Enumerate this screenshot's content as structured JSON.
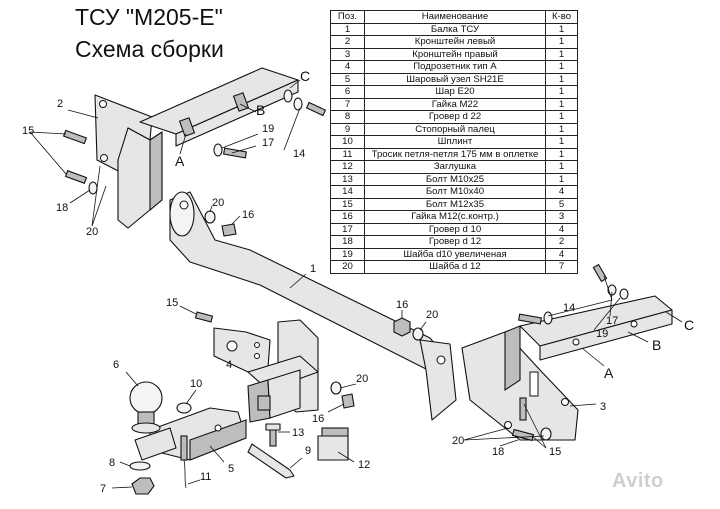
{
  "header": {
    "title": "ТСУ \"M205-E\"",
    "subtitle": "Схема сборки"
  },
  "table": {
    "headers": [
      "Поз.",
      "Наименование",
      "К-во"
    ],
    "rows": [
      [
        "1",
        "Балка ТСУ",
        "1"
      ],
      [
        "2",
        "Кронштейн левый",
        "1"
      ],
      [
        "3",
        "Кронштейн правый",
        "1"
      ],
      [
        "4",
        "Подрозетник тип A",
        "1"
      ],
      [
        "5",
        "Шаровый узел SH21E",
        "1"
      ],
      [
        "6",
        "Шар E20",
        "1"
      ],
      [
        "7",
        "Гайка M22",
        "1"
      ],
      [
        "8",
        "Гровер d 22",
        "1"
      ],
      [
        "9",
        "Стопорный палец",
        "1"
      ],
      [
        "10",
        "Шплинт",
        "1"
      ],
      [
        "11",
        "Тросик петля-петля 175 мм в оплетке",
        "1"
      ],
      [
        "12",
        "Заглушка",
        "1"
      ],
      [
        "13",
        "Болт M10x25",
        "1"
      ],
      [
        "14",
        "Болт M10x40",
        "4"
      ],
      [
        "15",
        "Болт M12x35",
        "5"
      ],
      [
        "16",
        "Гайка M12(с.контр.)",
        "3"
      ],
      [
        "17",
        "Гровер d 10",
        "4"
      ],
      [
        "18",
        "Гровер d 12",
        "2"
      ],
      [
        "19",
        "Шайба d10 увеличеная",
        "4"
      ],
      [
        "20",
        "Шайба d 12",
        "7"
      ]
    ]
  },
  "callouts": {
    "p1": "1",
    "p2": "2",
    "p3": "3",
    "p4": "4",
    "p5": "5",
    "p6": "6",
    "p7": "7",
    "p8": "8",
    "p9": "9",
    "p10": "10",
    "p11": "11",
    "p12": "12",
    "p13": "13",
    "p14a": "14",
    "p14b": "14",
    "p15a": "15",
    "p15b": "15",
    "p15c": "15",
    "p16a": "16",
    "p16b": "16",
    "p16c": "16",
    "p17a": "17",
    "p17b": "17",
    "p18a": "18",
    "p18b": "18",
    "p19a": "19",
    "p19b": "19",
    "p20a": "20",
    "p20b": "20",
    "p20c": "20",
    "p20d": "20",
    "p20e": "20",
    "pA1": "A",
    "pA2": "A",
    "pB1": "B",
    "pB2": "B",
    "pC1": "C",
    "pC2": "C"
  },
  "watermark": "Avito"
}
